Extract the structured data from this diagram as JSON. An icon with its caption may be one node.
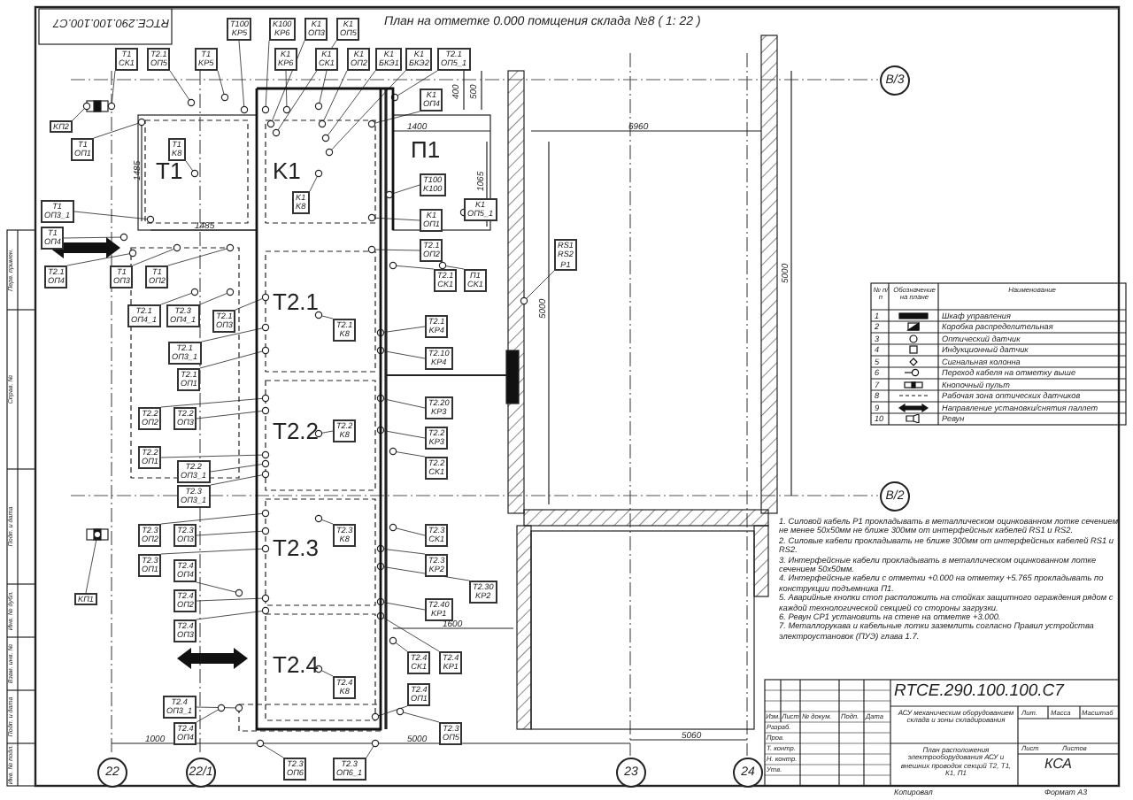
{
  "diagram": {
    "title": "План на отметке 0.000 помщения склада №8 ( 1: 22 )",
    "nodes": [
      {
        "text": [
          "T1"
        ]
      },
      {
        "text": [
          "K1"
        ]
      },
      {
        "text": [
          "П1"
        ]
      },
      {
        "text": [
          "T2.1"
        ]
      },
      {
        "text": [
          "T2.2"
        ]
      },
      {
        "text": [
          "T2.3"
        ]
      },
      {
        "text": [
          "T2.4"
        ]
      }
    ],
    "labels": [
      "T100 KP5",
      "K100 KP6",
      "K1 ОП3",
      "K1 ОП5",
      "T1 CK1",
      "T2.1 ОП5",
      "T1 KP5",
      "K1 KP6",
      "K1 CK1",
      "K1 ОП2",
      "K1 БКЭ1",
      "K1 БКЭ2",
      "T2.1 ОП5_1",
      "K1 ОП4",
      "KП2",
      "T1 ОП1",
      "T1 K8",
      "T1 ОП3_1",
      "T1 ОП4",
      "K1 K8",
      "T100 K100",
      "K1 ОП1",
      "K1 ОП5_1",
      "T2.1 ОП2",
      "T2.1 CK1",
      "П1 CK1",
      "RS1 RS2 P1",
      "T2.1 ОП4",
      "T1 ОП3",
      "T1 ОП2",
      "T2.1 ОП4_1",
      "T2.3 ОП4_1",
      "T2.1 ОП3",
      "T2.1 K8",
      "T2.1 ОП3_1",
      "T2.1 ОП1",
      "T2.2 ОП2",
      "T2.2 ОП3",
      "T2.2 K8",
      "T2.2 ОП1",
      "T2.2 ОП3_1",
      "T2.3 ОП3_1",
      "T2.1 KP4",
      "T2.10 KP4",
      "T2.20 KP3",
      "T2.2 KP3",
      "T2.2 CK1",
      "T2.3 ОП2",
      "T2.3 ОП3",
      "T2.3 ОП1",
      "T2.3 K8",
      "T2.4 ОП4",
      "T2.4 ОП2",
      "T2.4 ОП3",
      "KП1",
      "T2.3 CK1",
      "T2.3 KP2",
      "T2.30 KP2",
      "T2.40 KP1",
      "T2.4 CK1",
      "T2.4 KP1",
      "T2.4 K8",
      "T2.4 ОП1",
      "T2.4 ОП3_1",
      "T2.4 ОП4",
      "T2.3 ОП6",
      "T2.3 ОП6_1",
      "T2.3 ОП5",
      "400",
      "500",
      "1400",
      "6960",
      "1485",
      "1485",
      "1065",
      "5000",
      "5000",
      "1600",
      "1000",
      "5000",
      "5060",
      "22",
      "22/1",
      "23",
      "24",
      "В/3",
      "В/2",
      "RTCE.290.100.100.C7",
      "№ п/п",
      "Обозначение на плане",
      "Наименование",
      "1",
      "2",
      "3",
      "4",
      "5",
      "6",
      "7",
      "8",
      "9",
      "10",
      "1. Силовой кабель P1 прокладывать в металлическом оцинкованном лотке сечением не менее 50х50мм не ближе 300мм от интерфейсных кабелей RS1 и RS2.",
      "2. Силовые кабели прокладывать не ближе 300мм от интерфейсных кабелей RS1 и RS2.",
      "3. Интерфейсные кабели прокладывать в металлическом оцинкованном лотке сечением 50х50мм.",
      "4. Интерфейсные кабели с отметки +0.000 на отметку +5.765 прокладывать по конструкции подъемника П1.",
      "5. Аварийные кнопки стоп расположить на стойках защитного ограждения рядом с каждой технологической секцией со стороны загрузки.",
      "6. Ревун CP1 установить на стене на отметке +3.000.",
      "7. Металлорукава и кабельные лотки заземлить согласно Правил устройства электроустановок (ПУЭ) глава 1.7.",
      "RTCE.290.100.100.C7",
      "АСУ механическим оборудованием склада и зоны складирования",
      "План расположения электрооборудования АСУ и внешних проводок секций Т2, Т1, К1, П1",
      "Изм.",
      "Лист",
      "№ докум.",
      "Подп.",
      "Дата",
      "Разраб.",
      "Пров.",
      "Т. контр.",
      "Н. контр.",
      "Утв.",
      "Лит.",
      "Масса",
      "Масштаб",
      "Лист",
      "Листов",
      "КСА",
      "Копировал",
      "Формат А3",
      "Перв. примен.",
      "Справ. №",
      "Подп. и дата",
      "Инв. № дубл.",
      "Взам. инв. №",
      "Подп. и дата",
      "Инв. № подл."
    ],
    "legend": [
      {
        "text": "Шкаф управления"
      },
      {
        "text": "Коробка распределительная"
      },
      {
        "text": "Оптический датчик"
      },
      {
        "text": "Индукционный датчик"
      },
      {
        "text": "Сигнальная колонна"
      },
      {
        "text": "Переход кабеля на отметку выше"
      },
      {
        "text": "Кнопочный пульт"
      },
      {
        "text": "Рабочая зона оптических датчиков"
      },
      {
        "text": "Направление установки/снятия паллет"
      },
      {
        "text": "Ревун"
      }
    ]
  }
}
